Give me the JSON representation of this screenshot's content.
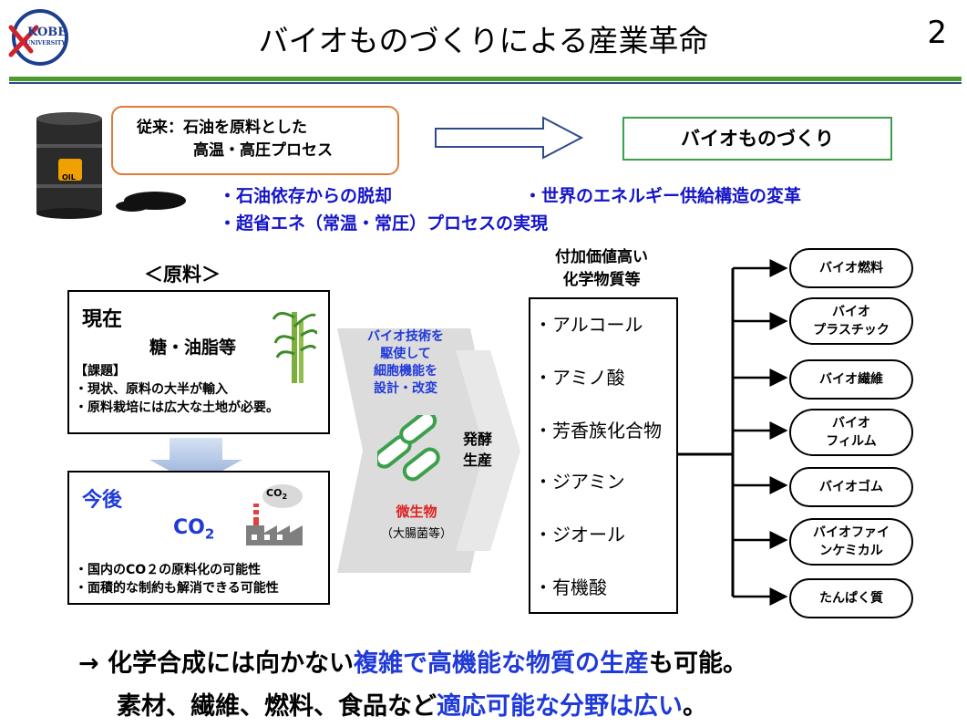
{
  "header": {
    "logo_top": "KOBE",
    "logo_bottom": "UNIVERSITY",
    "title": "バイオものづくりによる産業革命",
    "page_number": "2"
  },
  "top": {
    "oil_label": "OIL",
    "conventional_line1": "従来：石油を原料とした",
    "conventional_line2": "高温・高圧プロセス",
    "bio_label": "バイオものづくり",
    "bullet1": "・石油依存からの脱却",
    "bullet2": "・世界のエネルギー供給構造の変革",
    "bullet3": "・超省エネ（常温・常圧）プロセスの実現"
  },
  "materials": {
    "heading": "＜原料＞",
    "now_title": "現在",
    "now_sub": "糖・油脂等",
    "issue_label": "【課題】",
    "issue1": "・現状、原料の大半が輸入",
    "issue2": "・原料栽培には広大な土地が必要。",
    "future_title": "今後",
    "co2_main": "CO",
    "co2_main_sub": "2",
    "co2_cloud": "CO",
    "co2_cloud_sub": "2",
    "future1": "・国内のCO２の原料化の可能性",
    "future2": "・面積的な制約も解消できる可能性"
  },
  "process": {
    "bio_tech_1": "バイオ技術を",
    "bio_tech_2": "駆使して",
    "bio_tech_3": "細胞機能を",
    "bio_tech_4": "設計・改変",
    "microbe": "微生物",
    "microbe_sub": "（大腸菌等）",
    "ferment_1": "発酵",
    "ferment_2": "生産"
  },
  "products": {
    "heading1": "付加価値高い",
    "heading2": "化学物質等",
    "items": [
      "・アルコール",
      "・アミノ酸",
      "・芳香族化合物",
      "・ジアミン",
      "・ジオール",
      "・有機酸"
    ]
  },
  "outputs": {
    "o1": "バイオ燃料",
    "o2a": "バイオ",
    "o2b": "プラスチック",
    "o3": "バイオ繊維",
    "o4a": "バイオ",
    "o4b": "フィルム",
    "o5": "バイオゴム",
    "o6a": "バイオファイ",
    "o6b": "ンケミカル",
    "o7": "たんぱく質"
  },
  "conclusion": {
    "arrow": "→",
    "l1_a": "化学合成には向かない",
    "l1_b": "複雑で高機能な物質の生産",
    "l1_c": "も可能。",
    "l2_a": "素材、繊維、燃料、食品など",
    "l2_b": "適応可能な分野は広い",
    "l2_c": "。"
  },
  "colors": {
    "accent_green": "#4f9b2f",
    "accent_blue": "#1f3ad8",
    "orange_border": "#e07b39",
    "microbe_green": "#3aa04a",
    "microbe_red": "#e02020"
  }
}
